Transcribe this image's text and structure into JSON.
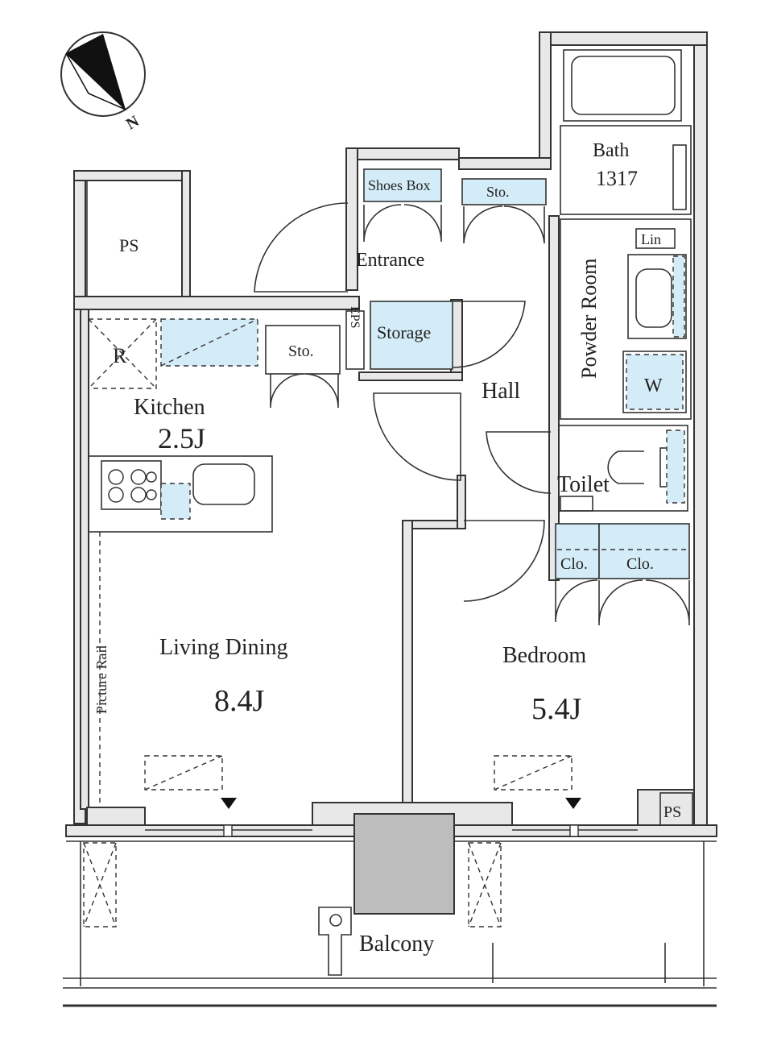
{
  "compass": {
    "north_label": "N"
  },
  "rooms": {
    "bath": {
      "name": "Bath",
      "size": "1317"
    },
    "linen": "Lin",
    "shoes_box": "Shoes Box",
    "storage_top": "Sto.",
    "entrance": "Entrance",
    "ps_top": "PS",
    "powder_room": "Powder Room",
    "washer": "W",
    "eps": "EPS",
    "storage": "Storage",
    "kitchen_sto": "Sto.",
    "refrigerator": "R",
    "kitchen": {
      "name": "Kitchen",
      "size": "2.5J"
    },
    "hall": "Hall",
    "toilet": "Toilet",
    "closet_left": "Clo.",
    "closet_right": "Clo.",
    "picture_rail": "Picture Rail",
    "living": {
      "name": "Living Dining",
      "size": "8.4J"
    },
    "bedroom": {
      "name": "Bedroom",
      "size": "5.4J"
    },
    "ps_bottom": "PS",
    "balcony": "Balcony"
  },
  "colors": {
    "wall": "#e8e8e8",
    "line": "#333333",
    "fixture_blue": "#d4ecf7",
    "unit_gray": "#bdbdbd"
  }
}
